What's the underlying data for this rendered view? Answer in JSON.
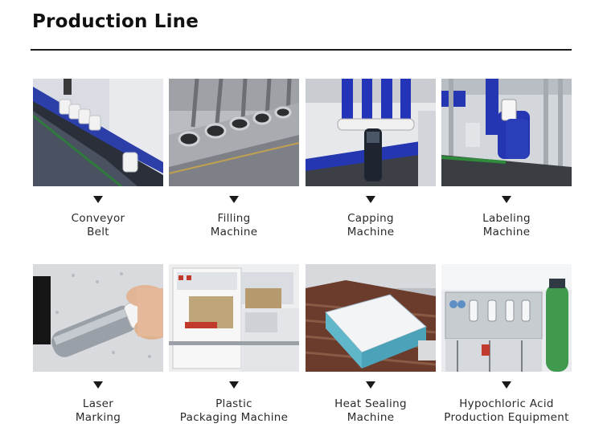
{
  "title": "Production Line",
  "steps": [
    {
      "line1": "Conveyor",
      "line2": "Belt",
      "photo": "conveyor-belt-photo"
    },
    {
      "line1": "Filling",
      "line2": "Machine",
      "photo": "filling-machine-photo"
    },
    {
      "line1": "Capping",
      "line2": "Machine",
      "photo": "capping-machine-photo"
    },
    {
      "line1": "Labeling",
      "line2": "Machine",
      "photo": "labeling-machine-photo"
    },
    {
      "line1": "Laser",
      "line2": "Marking",
      "photo": "laser-marking-photo"
    },
    {
      "line1": "Plastic",
      "line2": "Packaging Machine",
      "photo": "plastic-packaging-photo"
    },
    {
      "line1": "Heat Sealing",
      "line2": "Machine",
      "photo": "heat-sealing-photo"
    },
    {
      "line1": "Hypochloric Acid",
      "line2": "Production Equipment",
      "photo": "hypochloric-acid-equipment-photo"
    }
  ],
  "arrow_icon": "down-triangle-icon"
}
